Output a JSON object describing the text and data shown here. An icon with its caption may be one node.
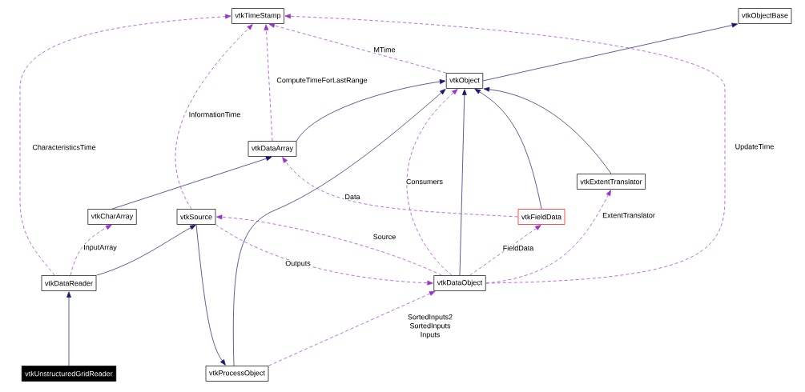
{
  "diagram": {
    "nodes": [
      {
        "text": [
          "vtkTimeStamp"
        ]
      },
      {
        "text": [
          "vtkObjectBase"
        ]
      },
      {
        "text": [
          "vtkObject"
        ]
      },
      {
        "text": [
          "vtkDataArray"
        ]
      },
      {
        "text": [
          "vtkExtentTranslator"
        ]
      },
      {
        "text": [
          "vtkCharArray"
        ]
      },
      {
        "text": [
          "vtkSource"
        ]
      },
      {
        "text": [
          "vtkFieldData"
        ]
      },
      {
        "text": [
          "vtkDataReader"
        ]
      },
      {
        "text": [
          "vtkDataObject"
        ]
      },
      {
        "text": [
          "vtkUnstructuredGridReader"
        ]
      },
      {
        "text": [
          "vtkProcessObject"
        ]
      }
    ],
    "edges": [
      {
        "from": 2,
        "to": 1,
        "arrow": "to",
        "color": "#191970"
      },
      {
        "from": 3,
        "to": 2,
        "arrow": "to",
        "color": "#191970"
      },
      {
        "from": 5,
        "to": 3,
        "arrow": "to",
        "color": "#191970"
      },
      {
        "from": 8,
        "to": 6,
        "arrow": "to",
        "color": "#191970"
      },
      {
        "from": 10,
        "to": 8,
        "arrow": "to",
        "color": "#191970"
      },
      {
        "from": 6,
        "to": 11,
        "arrow": "to",
        "color": "#191970"
      },
      {
        "from": 11,
        "to": 2,
        "arrow": "to",
        "color": "#191970"
      },
      {
        "from": 9,
        "to": 2,
        "arrow": "to",
        "color": "#191970"
      },
      {
        "from": 7,
        "to": 2,
        "arrow": "to",
        "color": "#191970"
      },
      {
        "from": 4,
        "to": 2,
        "arrow": "to",
        "color": "#191970"
      },
      {
        "from": 8,
        "to": 0,
        "arrow": "to",
        "style": "dashed",
        "color": "#9a32cd",
        "label": "CharacteristicsTime"
      },
      {
        "from": 6,
        "to": 0,
        "arrow": "to",
        "style": "dashed",
        "color": "#9a32cd",
        "label": "InformationTime"
      },
      {
        "from": 3,
        "to": 0,
        "arrow": "to",
        "style": "dashed",
        "color": "#9a32cd",
        "label": "ComputeTimeForLastRange"
      },
      {
        "from": 2,
        "to": 0,
        "arrow": "to",
        "style": "dashed",
        "color": "#9a32cd",
        "label": "MTime"
      },
      {
        "from": 9,
        "to": 0,
        "arrow": "to",
        "style": "dashed",
        "color": "#9a32cd",
        "label": "UpdateTime"
      },
      {
        "from": 9,
        "to": 2,
        "arrow": "to",
        "style": "dashed",
        "color": "#9a32cd",
        "label": "Consumers"
      },
      {
        "from": 7,
        "to": 3,
        "arrow": "to",
        "style": "dashed",
        "color": "#9a32cd",
        "label": "Data"
      },
      {
        "from": 8,
        "to": 5,
        "arrow": "to",
        "style": "dashed",
        "color": "#9a32cd",
        "label": "InputArray"
      },
      {
        "from": 9,
        "to": 6,
        "arrow": "to",
        "style": "dashed",
        "color": "#9a32cd",
        "label": "Source"
      },
      {
        "from": 6,
        "to": 9,
        "arrow": "to",
        "style": "dashed",
        "color": "#9a32cd",
        "label": "Outputs"
      },
      {
        "from": 9,
        "to": 7,
        "arrow": "to",
        "style": "dashed",
        "color": "#9a32cd",
        "label": "FieldData"
      },
      {
        "from": 9,
        "to": 4,
        "arrow": "to",
        "style": "dashed",
        "color": "#9a32cd",
        "label": "ExtentTranslator"
      },
      {
        "from": 11,
        "to": 9,
        "arrow": "to",
        "style": "dashed",
        "color": "#9a32cd",
        "label": "SortedInputs2 SortedInputs Inputs"
      }
    ]
  }
}
